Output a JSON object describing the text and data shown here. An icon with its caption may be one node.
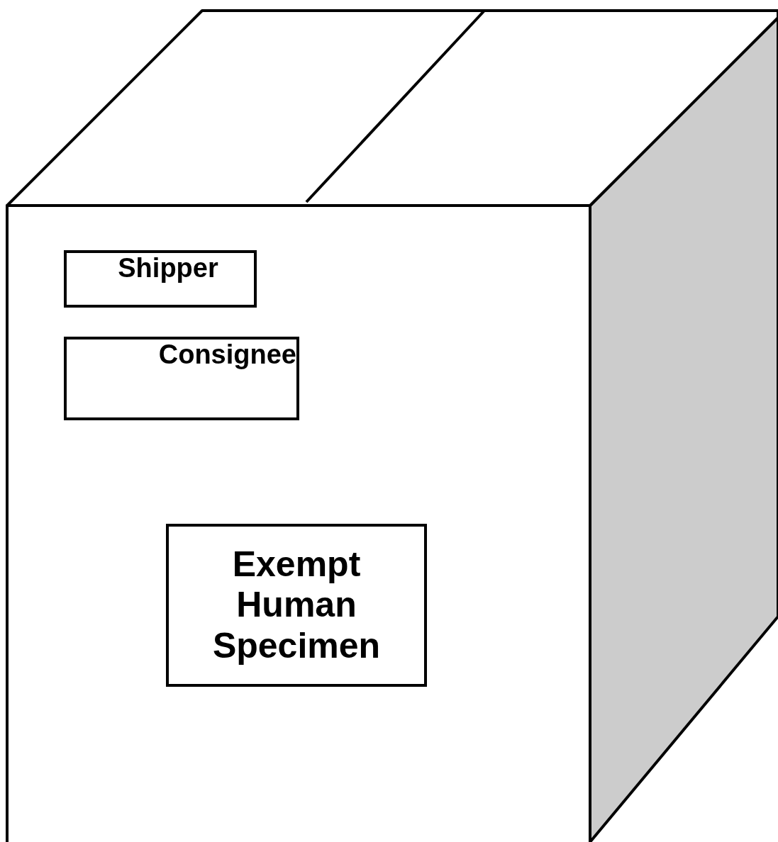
{
  "diagram": {
    "nodes": [
      {
        "text": [
          "Shipper"
        ]
      },
      {
        "text": [
          "Consignee"
        ]
      },
      {
        "text": [
          "Exempt Human Specimen"
        ]
      }
    ],
    "edges": []
  }
}
